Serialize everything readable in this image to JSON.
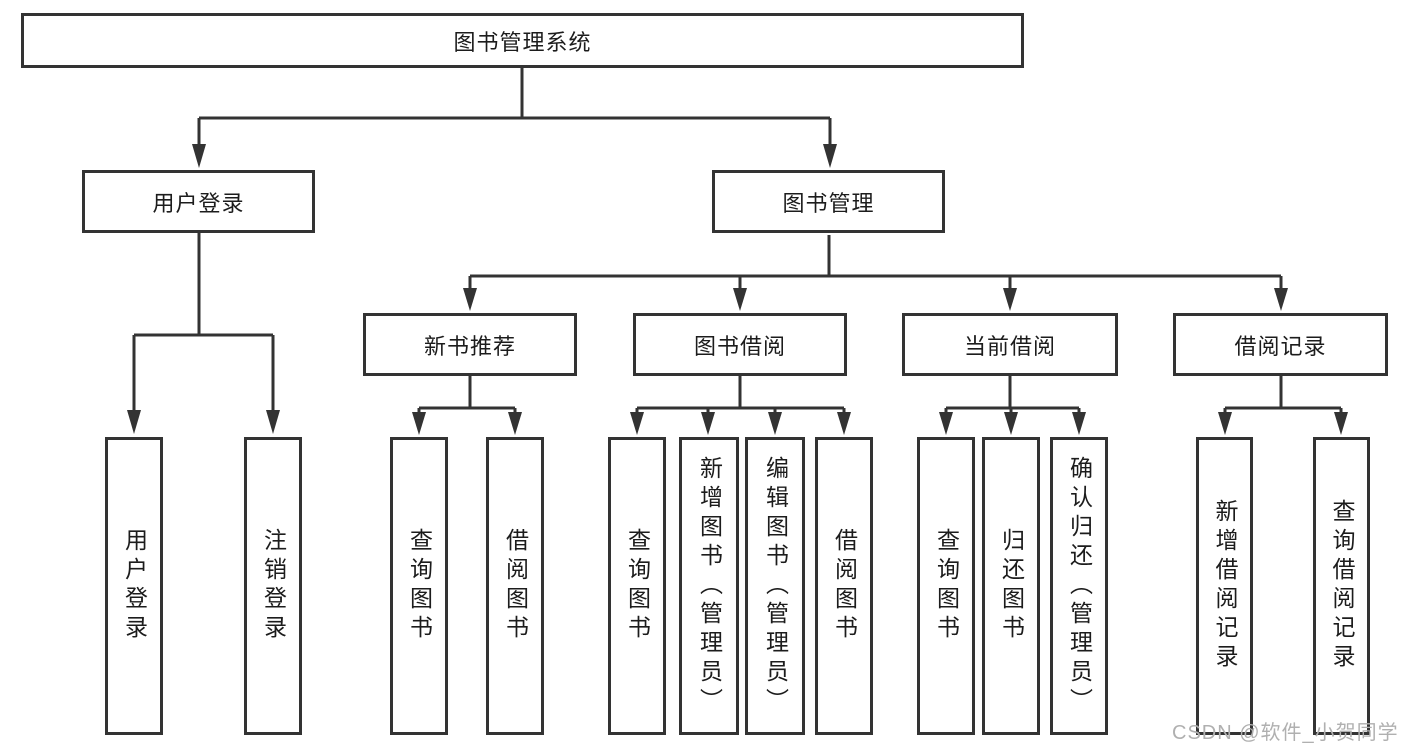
{
  "title": "图书管理系统",
  "tree": {
    "root": "图书管理系统",
    "branches": [
      {
        "label": "用户登录",
        "children": [
          "用户登录",
          "注销登录"
        ]
      },
      {
        "label": "图书管理",
        "sections": [
          {
            "label": "新书推荐",
            "children": [
              "查询图书",
              "借阅图书"
            ]
          },
          {
            "label": "图书借阅",
            "children": [
              "查询图书",
              "新增图书（管理员）",
              "编辑图书（管理员）",
              "借阅图书"
            ]
          },
          {
            "label": "当前借阅",
            "children": [
              "查询图书",
              "归还图书",
              "确认归还（管理员）"
            ]
          },
          {
            "label": "借阅记录",
            "children": [
              "新增借阅记录",
              "查询借阅记录"
            ]
          }
        ]
      }
    ]
  },
  "watermark": {
    "text": "CSDN @软件_小贺同学"
  },
  "colors": {
    "line": "#333333",
    "text": "#1c1c1c",
    "box_background": "#ffffff",
    "watermark": "#b0b0b0"
  }
}
